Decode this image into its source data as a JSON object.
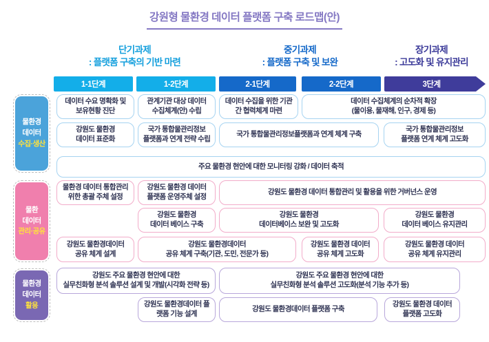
{
  "title": "강원형 물환경 데이터 플랫폼 구축 로드맵(안)",
  "phases": [
    {
      "name": "단기과제",
      "subtitle": ": 플랫폼 구축의 기반 마련",
      "color": "#16a0dd"
    },
    {
      "name": "중기과제",
      "subtitle": ": 플랫폼 구축 및 보완",
      "color": "#1569c9"
    },
    {
      "name": "장기과제",
      "subtitle": ": 고도화 및 유지관리",
      "color": "#3b3a99"
    }
  ],
  "stages": [
    {
      "label": "1-1단계",
      "color": "#13aee9"
    },
    {
      "label": "1-2단계",
      "color": "#13aee9"
    },
    {
      "label": "2-1단계",
      "color": "#1569c9"
    },
    {
      "label": "2-2단계",
      "color": "#1569c9"
    },
    {
      "label": "3단계",
      "color": "#3f3c9b"
    }
  ],
  "rows": [
    {
      "label": {
        "line1": "물환경",
        "line2": "데이터",
        "highlight": "수집·생산"
      },
      "label_color": "#4ba3da",
      "border_color": "#a5d3f1",
      "tasks": [
        {
          "text": "데이터 수요 명확화 및\n보유현황 진단"
        },
        {
          "text": "관계기관 대상 데이터\n수집체계(안) 수립"
        },
        {
          "text": "데이터 수집을 위한 기관\n간 협력체계 마련"
        },
        {
          "text": "데이터 수집체계의 순차적 확장\n(물이용, 물재해, 인구, 경제 등)"
        },
        {
          "text": "강원도 물환경\n데이터 표준화"
        },
        {
          "text": "국가 통합물관리정보\n플랫폼과 연계 전략 수립"
        },
        {
          "text": "국가 통합물관리정보플랫폼과 연계 체계 구축"
        },
        {
          "text": "국가 통합물관리정보\n플랫폼 연계 체계 고도화"
        },
        {
          "text": "주요 물환경 현안에 대한 모니터링 강화 / 데이터 축적"
        }
      ]
    },
    {
      "label": {
        "line1": "물환",
        "line2": "데이터",
        "highlight": "관리·공유"
      },
      "label_color": "#f07fad",
      "border_color": "#f2abc9",
      "tasks": [
        {
          "text": "물환경 데이터 통합관리\n위한 총괄 주체 설정"
        },
        {
          "text": "강원도 물환경 데이터\n플랫폼 운영주체 설정"
        },
        {
          "text": "강원도 물환경 데이터 통합관리 및 활용을 위한 거버넌스 운영"
        },
        {
          "text": "강원도 물환경\n데이터 베이스 구축"
        },
        {
          "text": "강원도 물환경\n데이터베이스 보완 및 고도화"
        },
        {
          "text": "강원도 물환경\n데이터 베이스 유지관리"
        },
        {
          "text": "강원도 물환경데이터\n공유 체계 설계"
        },
        {
          "text": "강원도 물환경데이터\n공유 체계 구축(기관, 도민, 전문가 등)"
        },
        {
          "text": "강원도 물환경 데이터\n공유 체계 고도화"
        },
        {
          "text": "강원도 물환경 데이터\n공유 체계 유지관리"
        }
      ]
    },
    {
      "label": {
        "line1": "물환경",
        "line2": "데이터",
        "highlight": "활용"
      },
      "label_color": "#7a68b3",
      "border_color": "#b7a6da",
      "tasks": [
        {
          "text": "강원도 주요 물환경 현안에 대한\n실무친화형 분석 솔루션 설계 및 개발(시각화 전략 등)"
        },
        {
          "text": "강원도 주요 물환경 현안에 대한\n실무친화형 분석 솔루션 고도화(분석 기능 추가 등)"
        },
        {
          "text": "강원도 물환경데이터 플\n랫폼 기능 설계"
        },
        {
          "text": "강원도 물환경데이터 플랫폼 구축"
        },
        {
          "text": "강원도 물환경 데이터\n플랫폼 고도화"
        }
      ]
    }
  ],
  "colors": {
    "title": "#8478c3",
    "highlight_text": "#ffe23c",
    "task_text": "#2e3252",
    "background": "#ffffff"
  }
}
